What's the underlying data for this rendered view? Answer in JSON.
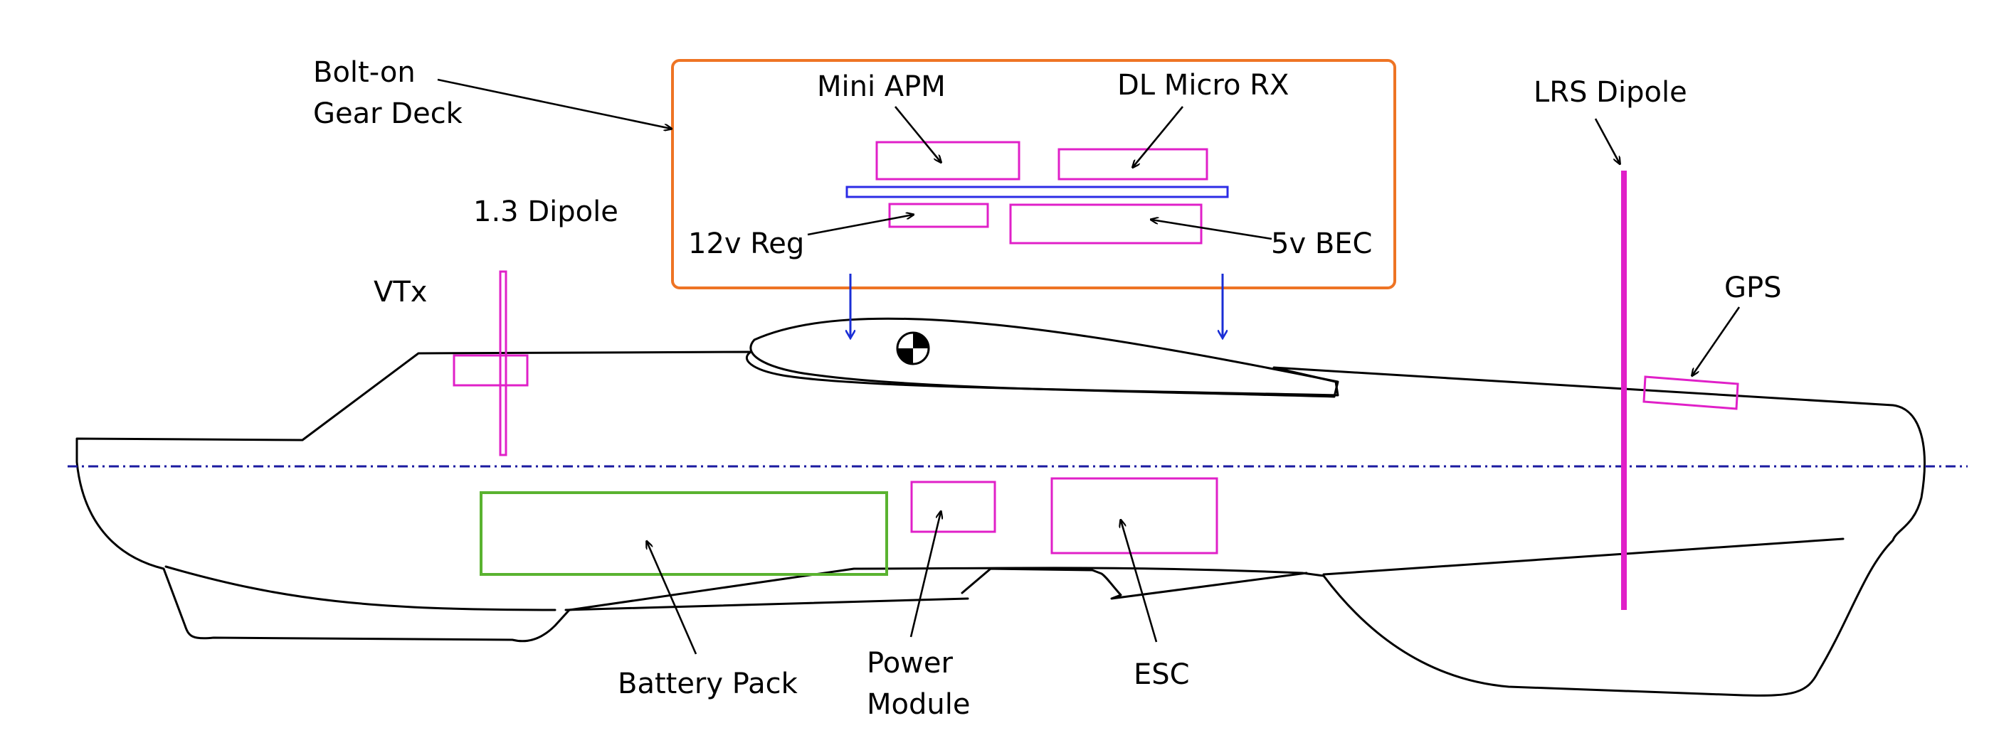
{
  "labels": {
    "gear_deck": [
      "Bolt-on",
      "Gear Deck"
    ],
    "mini_apm": "Mini APM",
    "dl_micro_rx": "DL Micro RX",
    "reg_12v": "12v Reg",
    "bec_5v": "5v BEC",
    "dipole_1_3": "1.3 Dipole",
    "vtx": "VTx",
    "lrs_dipole": "LRS Dipole",
    "gps": "GPS",
    "battery_pack": "Battery Pack",
    "power_module": [
      "Power",
      "Module"
    ],
    "esc": "ESC"
  },
  "colors": {
    "component": "#e020c8",
    "gear_deck_border": "#ee7424",
    "battery": "#5ab330",
    "mounting_arrow": "#1a2ed6",
    "centerline": "#1a1aa0",
    "pcb_board": "#2c2ce6",
    "outline": "#000000"
  },
  "icons": {
    "center_of_gravity": "cg-marker-icon"
  }
}
